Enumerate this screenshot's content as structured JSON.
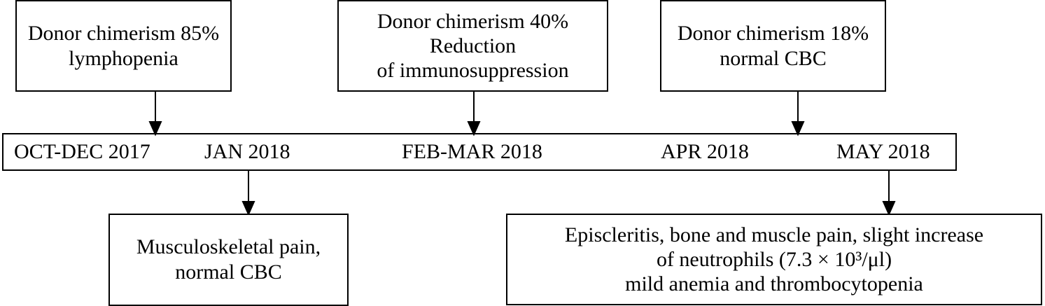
{
  "top_events": [
    {
      "lines": [
        "Donor chimerism 85%",
        "lymphopenia"
      ]
    },
    {
      "lines": [
        "Donor chimerism 40%",
        "Reduction",
        "of immunosuppression"
      ]
    },
    {
      "lines": [
        "Donor chimerism 18%",
        "normal CBC"
      ]
    }
  ],
  "timeline": [
    "OCT-DEC 2017",
    "JAN 2018",
    "FEB-MAR 2018",
    "APR 2018",
    "MAY 2018"
  ],
  "bottom_events": [
    {
      "lines": [
        "Musculoskeletal pain,",
        "normal CBC"
      ]
    },
    {
      "lines": [
        "Episcleritis, bone and muscle pain, slight increase",
        "of neutrophils (7.3 × 10³/μl)",
        "mild anemia and thrombocytopenia"
      ]
    }
  ]
}
